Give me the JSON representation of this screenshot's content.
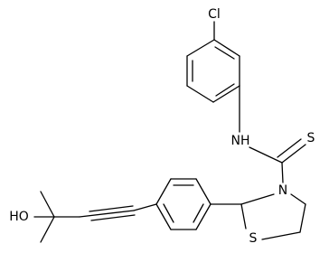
{
  "diagram": {
    "kind": "chemical-structure",
    "atom_labels": {
      "cl": "Cl",
      "nh": "NH",
      "s_thione": "S",
      "n_ring": "N",
      "s_ring": "S",
      "ho": "HO"
    },
    "colors": {
      "bond": "#000000",
      "label": "#000000",
      "background": "#ffffff"
    }
  }
}
